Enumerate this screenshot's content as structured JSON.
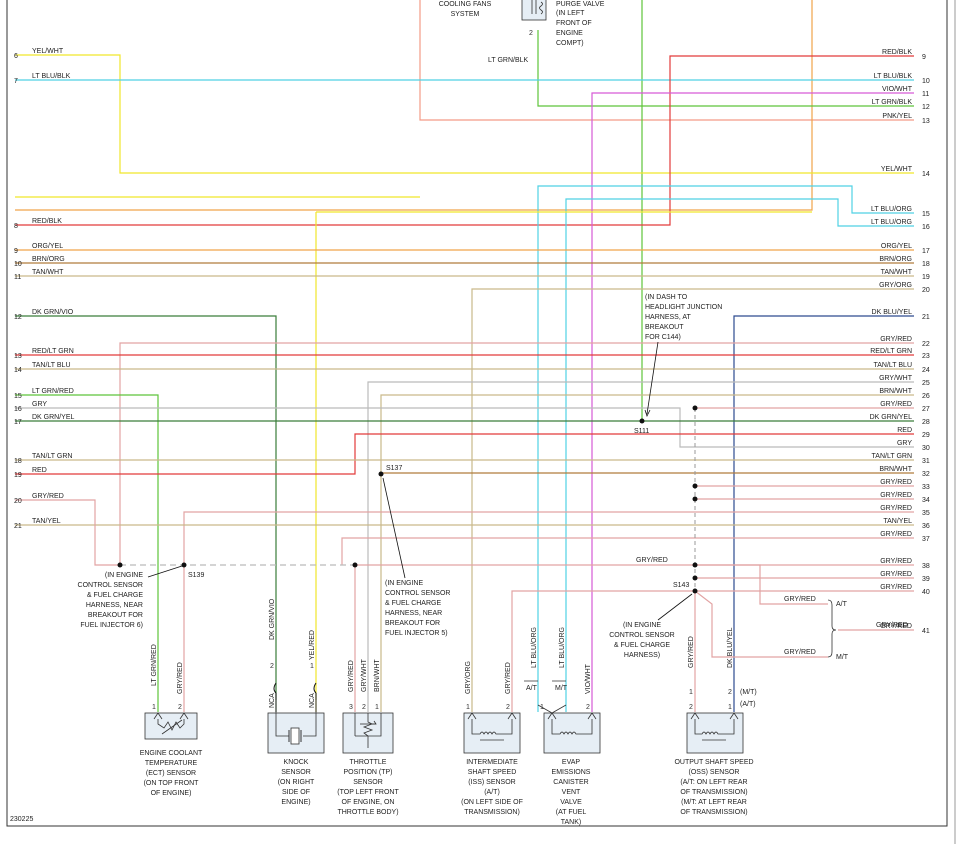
{
  "colors": {
    "yel": "#f1e62b",
    "ltblu": "#4fd1e4",
    "red": "#e23b3b",
    "orn": "#f1a34a",
    "brn": "#b07c3c",
    "tan": "#c9b98a",
    "dkgrn": "#3a7d3a",
    "ltgrn": "#5ec43a",
    "gryred": "#e2a3a3",
    "gry": "#bbbbbb",
    "vio": "#d65bd6",
    "pnk": "#f39b87",
    "dkblu": "#2d4b8f",
    "grytext": "#555555",
    "wire": "#444444"
  },
  "top": {
    "cooling_fans": [
      "COOLING FANS",
      "SYSTEM"
    ],
    "purge": [
      "PURGE VALVE",
      "(IN LEFT",
      "FRONT OF",
      "ENGINE",
      "COMPT)"
    ],
    "purge_pin": "2",
    "purge_wire": "LT GRN/BLK"
  },
  "left_wires": [
    {
      "num": "6",
      "label": "YEL/WHT",
      "color": "yel"
    },
    {
      "num": "7",
      "label": "LT BLU/BLK",
      "color": "ltblu"
    },
    {
      "num": "8",
      "label": "RED/BLK",
      "color": "red"
    },
    {
      "num": "9",
      "label": "ORG/YEL",
      "color": "orn"
    },
    {
      "num": "10",
      "label": "BRN/ORG",
      "color": "brn"
    },
    {
      "num": "11",
      "label": "TAN/WHT",
      "color": "tan"
    },
    {
      "num": "12",
      "label": "DK GRN/VIO",
      "color": "dkgrn"
    },
    {
      "num": "13",
      "label": "RED/LT GRN",
      "color": "red"
    },
    {
      "num": "14",
      "label": "TAN/LT BLU",
      "color": "tan"
    },
    {
      "num": "15",
      "label": "LT GRN/RED",
      "color": "ltgrn"
    },
    {
      "num": "16",
      "label": "GRY",
      "color": "gry"
    },
    {
      "num": "17",
      "label": "DK GRN/YEL",
      "color": "dkgrn"
    },
    {
      "num": "18",
      "label": "TAN/LT GRN",
      "color": "tan"
    },
    {
      "num": "19",
      "label": "RED",
      "color": "red"
    },
    {
      "num": "20",
      "label": "GRY/RED",
      "color": "gryred"
    },
    {
      "num": "21",
      "label": "TAN/YEL",
      "color": "tan"
    }
  ],
  "right_wires": [
    {
      "num": "9",
      "label": "RED/BLK"
    },
    {
      "num": "10",
      "label": "LT BLU/BLK"
    },
    {
      "num": "11",
      "label": "VIO/WHT"
    },
    {
      "num": "12",
      "label": "LT GRN/BLK"
    },
    {
      "num": "13",
      "label": "PNK/YEL"
    },
    {
      "num": "14",
      "label": "YEL/WHT"
    },
    {
      "num": "15",
      "label": "LT BLU/ORG"
    },
    {
      "num": "16",
      "label": "LT BLU/ORG"
    },
    {
      "num": "17",
      "label": "ORG/YEL"
    },
    {
      "num": "18",
      "label": "BRN/ORG"
    },
    {
      "num": "19",
      "label": "TAN/WHT"
    },
    {
      "num": "20",
      "label": "GRY/ORG"
    },
    {
      "num": "21",
      "label": "DK BLU/YEL"
    },
    {
      "num": "22",
      "label": "GRY/RED"
    },
    {
      "num": "23",
      "label": "RED/LT GRN"
    },
    {
      "num": "24",
      "label": "TAN/LT BLU"
    },
    {
      "num": "25",
      "label": "GRY/WHT"
    },
    {
      "num": "26",
      "label": "BRN/WHT"
    },
    {
      "num": "27",
      "label": "GRY/RED"
    },
    {
      "num": "28",
      "label": "DK GRN/YEL"
    },
    {
      "num": "29",
      "label": "RED"
    },
    {
      "num": "30",
      "label": "GRY"
    },
    {
      "num": "31",
      "label": "TAN/LT GRN"
    },
    {
      "num": "32",
      "label": "BRN/WHT"
    },
    {
      "num": "33",
      "label": "GRY/RED"
    },
    {
      "num": "34",
      "label": "GRY/RED"
    },
    {
      "num": "35",
      "label": "GRY/RED"
    },
    {
      "num": "36",
      "label": "TAN/YEL"
    },
    {
      "num": "37",
      "label": "GRY/RED"
    },
    {
      "num": "38",
      "label": "GRY/RED"
    },
    {
      "num": "39",
      "label": "GRY/RED"
    },
    {
      "num": "40",
      "label": "GRY/RED"
    },
    {
      "num": "41",
      "label": "GRY/RED"
    }
  ],
  "splices": {
    "s111": "S111",
    "s137": "S137",
    "s139": "S139",
    "s143": "S143"
  },
  "notes": {
    "dash": [
      "(IN DASH TO",
      "HEADLIGHT JUNCTION",
      "HARNESS, AT",
      "BREAKOUT",
      "FOR C144)"
    ],
    "s139": [
      "(IN ENGINE",
      "CONTROL SENSOR",
      "& FUEL CHARGE",
      "HARNESS, NEAR",
      "BREAKOUT FOR",
      "FUEL INJECTOR 6)"
    ],
    "s137": [
      "(IN ENGINE",
      "CONTROL SENSOR",
      "& FUEL CHARGE",
      "HARNESS, NEAR",
      "BREAKOUT FOR",
      "FUEL INJECTOR 5)"
    ],
    "s143": [
      "(IN ENGINE",
      "CONTROL SENSOR",
      "& FUEL CHARGE",
      "HARNESS)"
    ]
  },
  "branch": {
    "gryred_mid": "GRY/RED",
    "at": "A/T",
    "mt": "M/T",
    "gryred_at": "GRY/RED",
    "gryred_mt": "GRY/RED",
    "gryred_out": "GRY/RED"
  },
  "vertical_labels": {
    "ect1": "LT GRN/RED",
    "ect2": "GRY/RED",
    "knock_top": "DK GRN/VIO",
    "knock_yel": "YEL/RED",
    "nca": "NCA",
    "tp3": "GRY/RED",
    "tp2": "GRY/WHT",
    "tp1": "BRN/WHT",
    "iss1": "GRY/ORG",
    "iss2": "GRY/RED",
    "evap1": "LT BLU/ORG",
    "evap2": "LT BLU/ORG",
    "evap3": "VIO/WHT",
    "oss1": "GRY/RED",
    "oss2": "DK BLU/YEL",
    "evap_at": "A/T",
    "evap_mt": "M/T",
    "oss_mt": "(M/T)",
    "oss_at": "(A/T)"
  },
  "components": {
    "ect": [
      "ENGINE COOLANT",
      "TEMPERATURE",
      "(ECT) SENSOR",
      "(ON TOP FRONT",
      "OF ENGINE)"
    ],
    "knock": [
      "KNOCK",
      "SENSOR",
      "(ON RIGHT",
      "SIDE OF",
      "ENGINE)"
    ],
    "tp": [
      "THROTTLE",
      "POSITION (TP)",
      "SENSOR",
      "(TOP LEFT FRONT",
      "OF ENGINE, ON",
      "THROTTLE BODY)"
    ],
    "iss": [
      "INTERMEDIATE",
      "SHAFT SPEED",
      "(ISS) SENSOR",
      "(A/T)",
      "(ON LEFT SIDE OF",
      "TRANSMISSION)"
    ],
    "evap": [
      "EVAP",
      "EMISSIONS",
      "CANISTER",
      "VENT",
      "VALVE",
      "(AT FUEL",
      "TANK)"
    ],
    "oss": [
      "OUTPUT SHAFT SPEED",
      "(OSS) SENSOR",
      "(A/T: ON LEFT REAR",
      "OF TRANSMISSION)",
      "(M/T: AT LEFT REAR",
      "OF TRANSMISSION)"
    ]
  },
  "pins": {
    "one": "1",
    "two": "2",
    "three": "3"
  },
  "footer_code": "230225"
}
